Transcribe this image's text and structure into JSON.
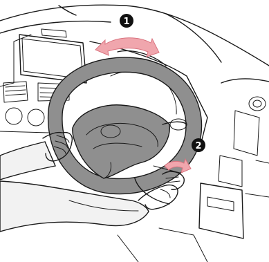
{
  "illustration": {
    "markers": [
      {
        "label": "1",
        "glyph": "❶"
      },
      {
        "label": "2",
        "glyph": "❷"
      }
    ],
    "colors": {
      "wheel": "#8f8f8f",
      "wheel_dark": "#6e6e6e",
      "arrow": "#f0a6ad",
      "arrow_stroke": "#d9737f",
      "sleeve": "#f2f2f2",
      "ink": "#1a1a1a",
      "badge": "#111111"
    }
  }
}
